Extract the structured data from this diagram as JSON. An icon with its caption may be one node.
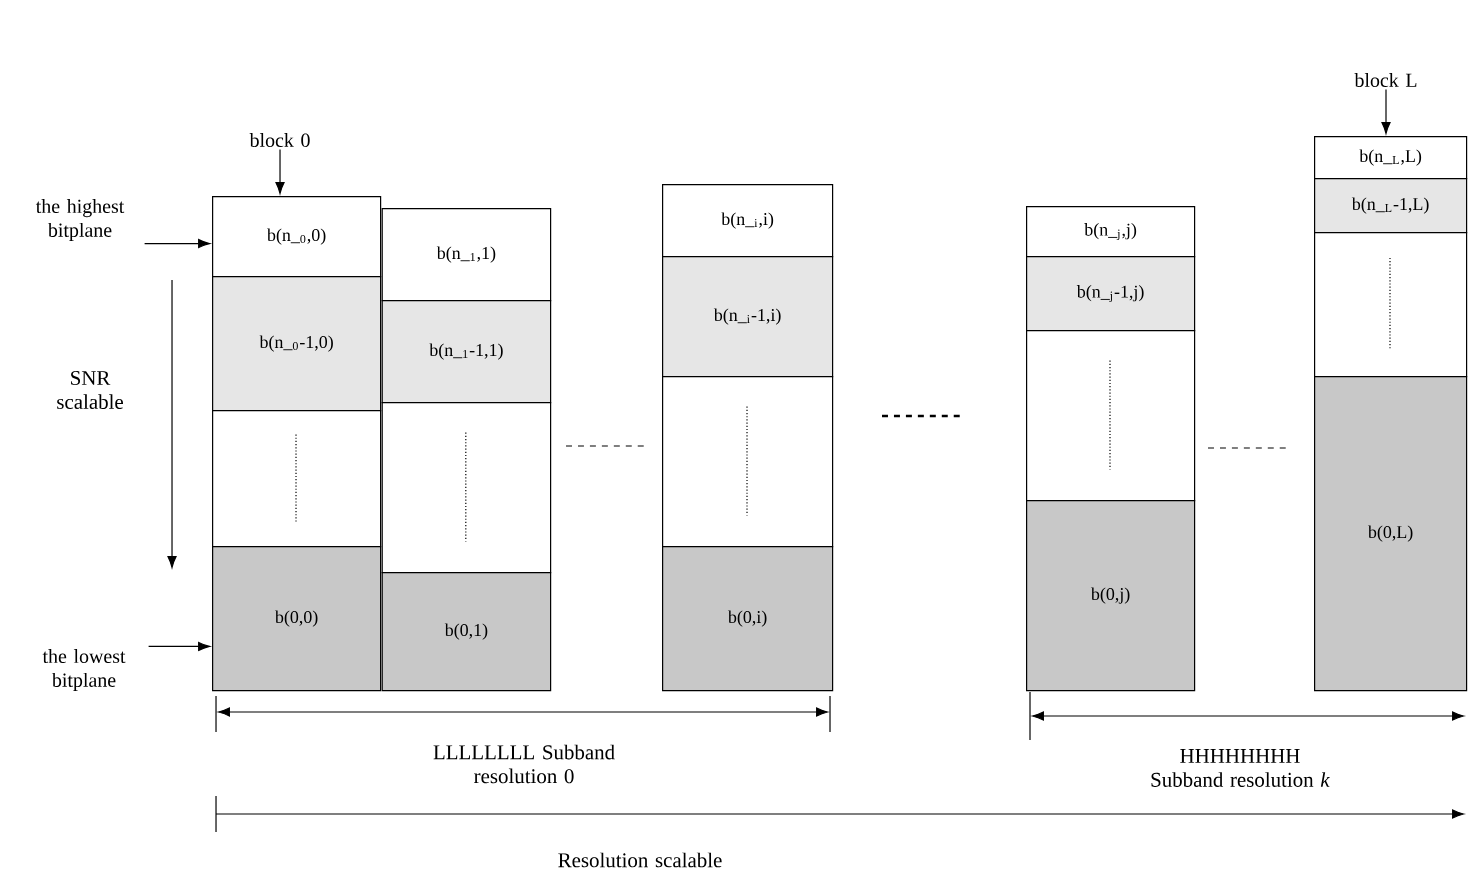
{
  "diagram": {
    "nodes": [
      {
        "text": [
          "block 0"
        ]
      },
      {
        "text": [
          "block L"
        ]
      },
      {
        "text": [
          "the highest bitplane"
        ]
      },
      {
        "text": [
          "the lowest bitplane"
        ]
      },
      {
        "text": [
          "b(n_$_{0}$,0)"
        ]
      },
      {
        "text": [
          "b(n_$_{0}$-1,0)"
        ]
      },
      {
        "text": [],
        "shape": "box"
      },
      {
        "text": [
          "b(0,0)"
        ]
      },
      {
        "text": [
          "b(n_$_{1}$,1)"
        ]
      },
      {
        "text": [
          "b(n_$_{1}$-1,1)"
        ]
      },
      {
        "text": [],
        "shape": "box"
      },
      {
        "text": [
          "b(0,1)"
        ]
      },
      {
        "text": [
          "b(n_$_{i}$,i)"
        ]
      },
      {
        "text": [
          "b(n_$_{i}$-1,i)"
        ]
      },
      {
        "text": [],
        "shape": "box"
      },
      {
        "text": [
          "b(0,i)"
        ]
      },
      {
        "text": [
          "b(n_$_{j}$,j)"
        ]
      },
      {
        "text": [
          "b(n_$_{j}$-1,j)"
        ]
      },
      {
        "text": [],
        "shape": "box"
      },
      {
        "text": [
          "b(0,j)"
        ]
      },
      {
        "text": [
          "b(n_$_{L}$,L)"
        ]
      },
      {
        "text": [
          "b(n_$_{L}$-1,L)"
        ]
      },
      {
        "text": [],
        "shape": "box"
      },
      {
        "text": [
          "b(0,L)"
        ]
      }
    ],
    "edges": [
      {
        "from": 0,
        "to": 4,
        "arrow": "to"
      },
      {
        "from": 1,
        "to": 20,
        "arrow": "to"
      },
      {
        "from": 2,
        "to": 4,
        "arrow": "to"
      },
      {
        "from": 3,
        "to": 7,
        "arrow": "to"
      }
    ],
    "labels": [
      "SNR scalable",
      "LLLLLLLL Subband resolution 0",
      "HHHHHHHH Subband resolution *k*",
      "Resolution scalable"
    ]
  }
}
